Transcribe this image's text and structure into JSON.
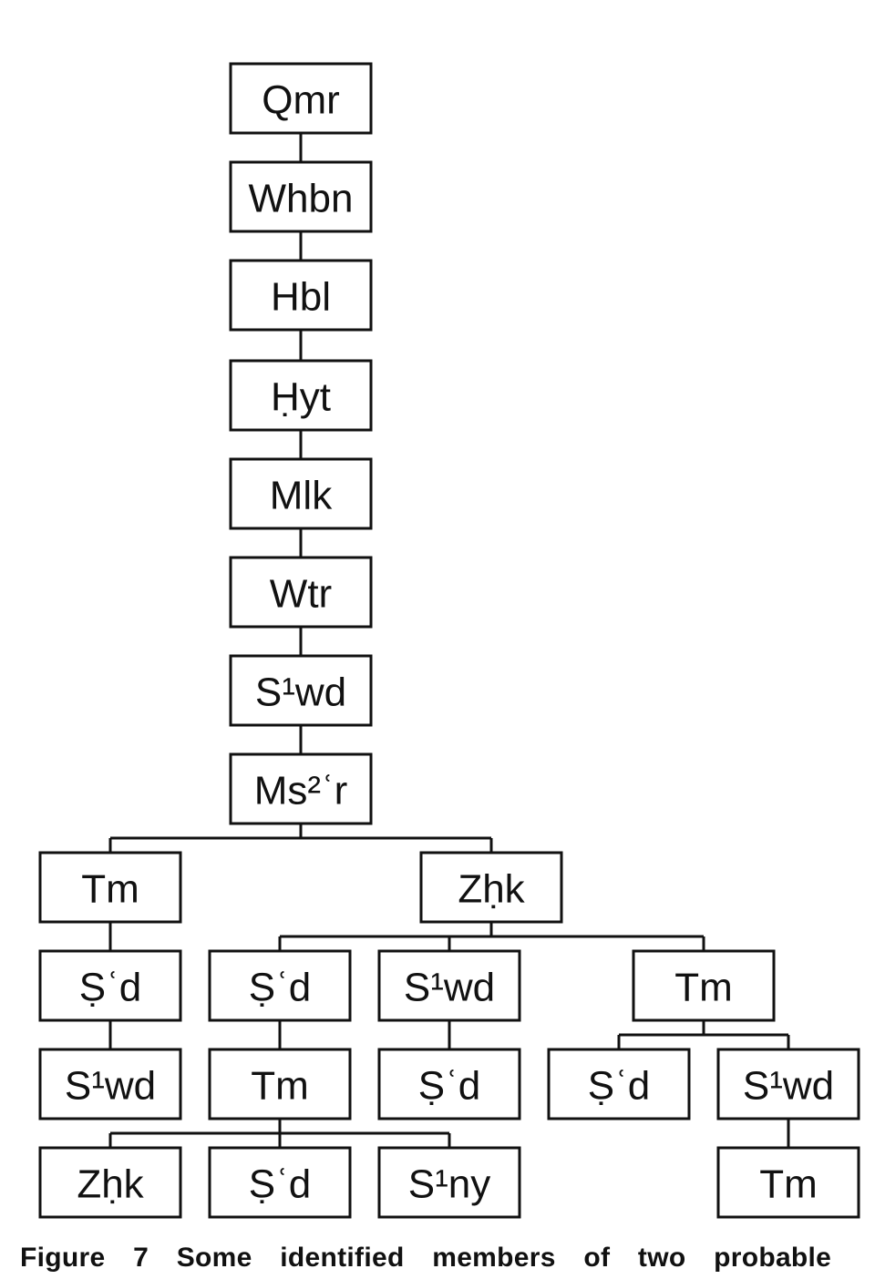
{
  "nodes": [
    {
      "id": "n1",
      "label": "Qmr"
    },
    {
      "id": "n2",
      "label": "Whbn"
    },
    {
      "id": "n3",
      "label": "Hbl"
    },
    {
      "id": "n4",
      "label": "Ḥyt"
    },
    {
      "id": "n5",
      "label": "Mlk"
    },
    {
      "id": "n6",
      "label": "Wtr"
    },
    {
      "id": "n7",
      "label": "S¹wd"
    },
    {
      "id": "n8",
      "label": "Ms²ʿr"
    },
    {
      "id": "n9",
      "label": "Tm"
    },
    {
      "id": "n10",
      "label": "Zḥk"
    },
    {
      "id": "n11",
      "label": "Ṣʿd"
    },
    {
      "id": "n12",
      "label": "S¹wd"
    },
    {
      "id": "n13",
      "label": "Ṣʿd"
    },
    {
      "id": "n14",
      "label": "Tm"
    },
    {
      "id": "n15",
      "label": "Zḥk"
    },
    {
      "id": "n16",
      "label": "Ṣʿd"
    },
    {
      "id": "n17",
      "label": "S¹ny"
    },
    {
      "id": "n18",
      "label": "S¹wd"
    },
    {
      "id": "n19",
      "label": "Ṣʿd"
    },
    {
      "id": "n20",
      "label": "Tm"
    },
    {
      "id": "n21",
      "label": "Ṣʿd"
    },
    {
      "id": "n22",
      "label": "S¹wd"
    },
    {
      "id": "n23",
      "label": "Tm"
    }
  ],
  "edges": [
    [
      "n1",
      "n2"
    ],
    [
      "n2",
      "n3"
    ],
    [
      "n3",
      "n4"
    ],
    [
      "n4",
      "n5"
    ],
    [
      "n5",
      "n6"
    ],
    [
      "n6",
      "n7"
    ],
    [
      "n7",
      "n8"
    ],
    [
      "n8",
      "n9"
    ],
    [
      "n8",
      "n10"
    ],
    [
      "n9",
      "n11"
    ],
    [
      "n11",
      "n12"
    ],
    [
      "n10",
      "n13"
    ],
    [
      "n10",
      "n18"
    ],
    [
      "n10",
      "n20"
    ],
    [
      "n13",
      "n14"
    ],
    [
      "n14",
      "n15"
    ],
    [
      "n14",
      "n16"
    ],
    [
      "n14",
      "n17"
    ],
    [
      "n18",
      "n19"
    ],
    [
      "n20",
      "n21"
    ],
    [
      "n20",
      "n22"
    ],
    [
      "n22",
      "n23"
    ]
  ],
  "caption": "Figure 7 Some identified members of two probable"
}
